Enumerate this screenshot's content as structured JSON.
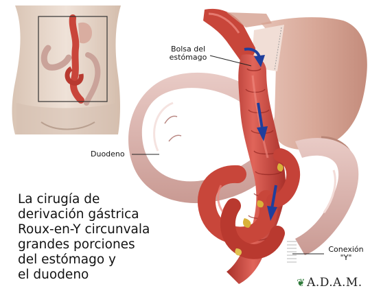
{
  "labels": {
    "pouch_line1": "Bolsa del",
    "pouch_line2": "estómago",
    "duodenum": "Duodeno",
    "connection_line1": "Conexión",
    "connection_line2": "\"Y\""
  },
  "caption": {
    "lines": [
      "La cirugía de",
      "derivación gástrica",
      "Roux-en-Y circunvala",
      "grandes porciones",
      "del estómago y",
      "el duodeno"
    ]
  },
  "brand": {
    "name": "A.D.A.M."
  },
  "colors": {
    "intestine_red": "#c8463a",
    "stomach_tan": "#d8a898",
    "duodenum_pink": "#d9b3ad",
    "arrow_blue": "#1f3e9c",
    "fat_yellow": "#d9b23a"
  }
}
